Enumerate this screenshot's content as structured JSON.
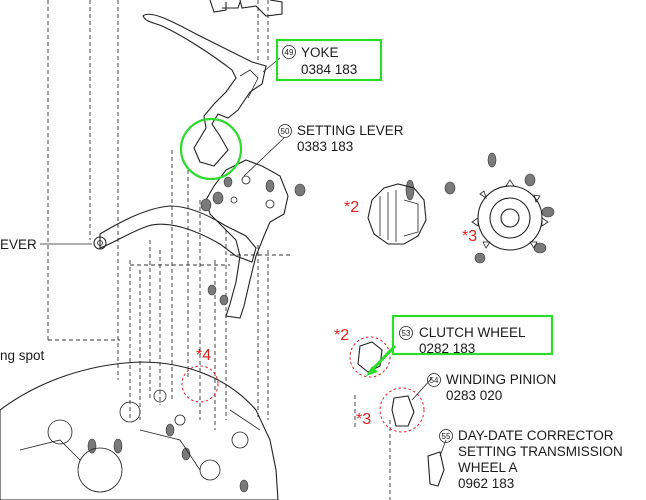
{
  "parts": [
    {
      "id": "yoke",
      "number": "49",
      "name": "YOKE",
      "code": "0384 183"
    },
    {
      "id": "setting-lever",
      "number": "50",
      "name": "SETTING LEVER",
      "code": "0383 183"
    },
    {
      "id": "clutch-wheel",
      "number": "53",
      "name": "CLUTCH WHEEL",
      "code": "0282 183"
    },
    {
      "id": "winding-pinion",
      "number": "54",
      "name": "WINDING PINION",
      "code": "0283 020"
    },
    {
      "id": "day-date-corrector",
      "number": "55",
      "name_lines": [
        "DAY-DATE CORRECTOR",
        "SETTING TRANSMISSION",
        "WHEEL A"
      ],
      "code": "0962 183"
    }
  ],
  "markers": {
    "m2a": "*2",
    "m3a": "*3",
    "m4": "*4",
    "m2b": "*2",
    "m3b": "*3"
  },
  "partial_labels": {
    "lever": "EVER",
    "spot": "ng spot"
  },
  "colors": {
    "highlight": "#2bdc2b",
    "marker": "#e02020",
    "line": "#222222"
  }
}
